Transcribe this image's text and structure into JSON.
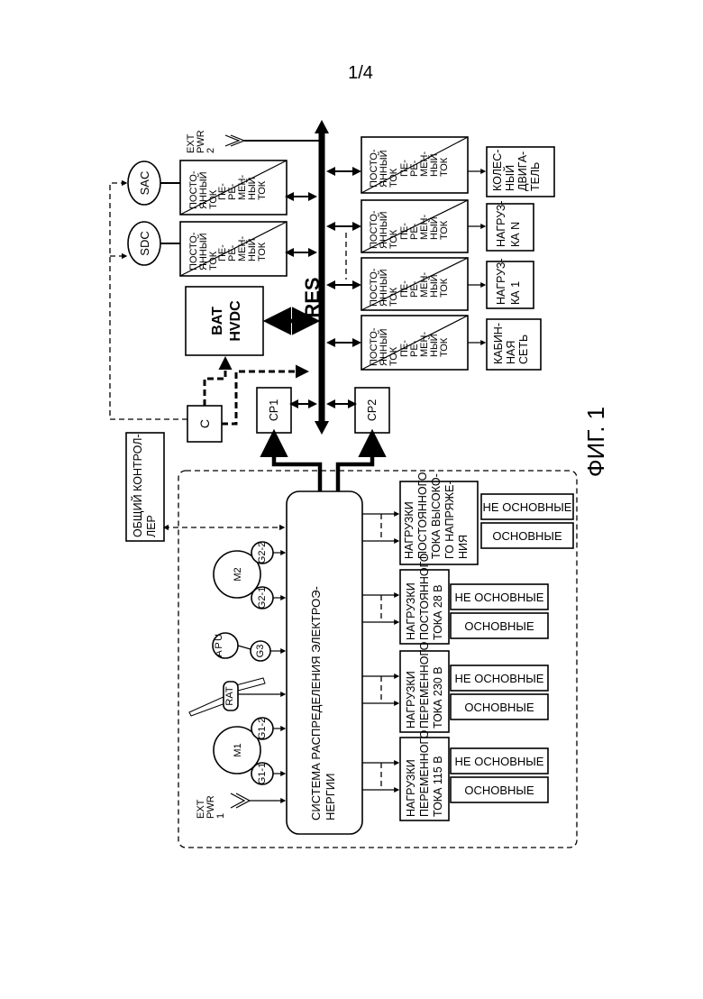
{
  "page_number": "1/4",
  "figure_label": "ФИГ. 1",
  "bus_label": "RES",
  "ext_pwr_2": "EXT PWR 2",
  "ext_pwr_1": "EXT PWR 1",
  "sac_label": "SAC",
  "sdc_label": "SDC",
  "bat_hvdc_label": "BAT HVDC",
  "c_label": "C",
  "cp1_label": "CP1",
  "cp2_label": "CP2",
  "general_controller": "ОБЩИЙ КОНТРОЛ-ЛЕР",
  "converter_dc_label": "ПОСТО-ЯННЫЙ ТОК",
  "converter_ac_label": "ПЕ-РЕ-МЕН-НЫЙ ТОК",
  "loads_right": [
    "КОЛЕС-НЫЙ ДВИГА-ТЕЛЬ",
    "НАГРУЗ-КА N",
    "НАГРУЗ-КА 1",
    "КАБИН-НАЯ СЕТЬ"
  ],
  "power_system_label": "СИСТЕМА РАСПРЕДЕЛЕНИЯ ЭЛЕКТРОЭ-НЕРГИИ",
  "m1": "M1",
  "m2": "M2",
  "g11": "G1-1",
  "g12": "G1-2",
  "g21": "G2-1",
  "g22": "G2-2",
  "g3": "G3",
  "apu": "A P U",
  "rat": "RAT",
  "load_groups": [
    {
      "label": "НАГРУЗКИ ПОСТОЯННОГО ТОКА ВЫСОКО-ГО НАПРЯЖЕ-НИЯ",
      "non_essential": "НЕ ОСНОВНЫЕ",
      "essential": "ОСНОВНЫЕ"
    },
    {
      "label": "НАГРУЗКИ ПОСТОЯННОГО ТОКА 28 В",
      "non_essential": "НЕ ОСНОВНЫЕ",
      "essential": "ОСНОВНЫЕ"
    },
    {
      "label": "НАГРУЗКИ ПЕРЕМЕННОГО ТОКА 230 В",
      "non_essential": "НЕ ОСНОВНЫЕ",
      "essential": "ОСНОВНЫЕ"
    },
    {
      "label": "НАГРУЗКИ ПЕРЕМЕННОГО ТОКА 115 В",
      "non_essential": "НЕ ОСНОВНЫЕ",
      "essential": "ОСНОВНЫЕ"
    }
  ]
}
